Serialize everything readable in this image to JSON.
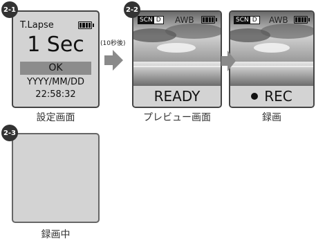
{
  "screen_settings": {
    "badge": "2-1",
    "mode_label": "T.Lapse",
    "interval_value": "1 Sec",
    "ok_label": "OK",
    "date_format": "YYYY/MM/DD",
    "time": "22:58:32",
    "caption": "設定画面",
    "battery_icon": "battery-full-icon"
  },
  "transition": {
    "label": "(10秒後)",
    "arrow_color": "#8a8a8a"
  },
  "screen_preview": {
    "badge": "2-2",
    "scene_prefix": "SCN",
    "scene_mode": "D",
    "wb_label": "AWB",
    "status": "READY",
    "caption": "プレビュー画面"
  },
  "screen_recording": {
    "scene_prefix": "SCN",
    "scene_mode": "D",
    "wb_label": "AWB",
    "status": "REC",
    "caption": "録画"
  },
  "screen_recording_off": {
    "badge": "2-3",
    "caption": "録画中"
  },
  "colors": {
    "screen_bg": "#d3d3d3",
    "ok_bar": "#8c8c8c",
    "badge_bg": "#333333"
  }
}
